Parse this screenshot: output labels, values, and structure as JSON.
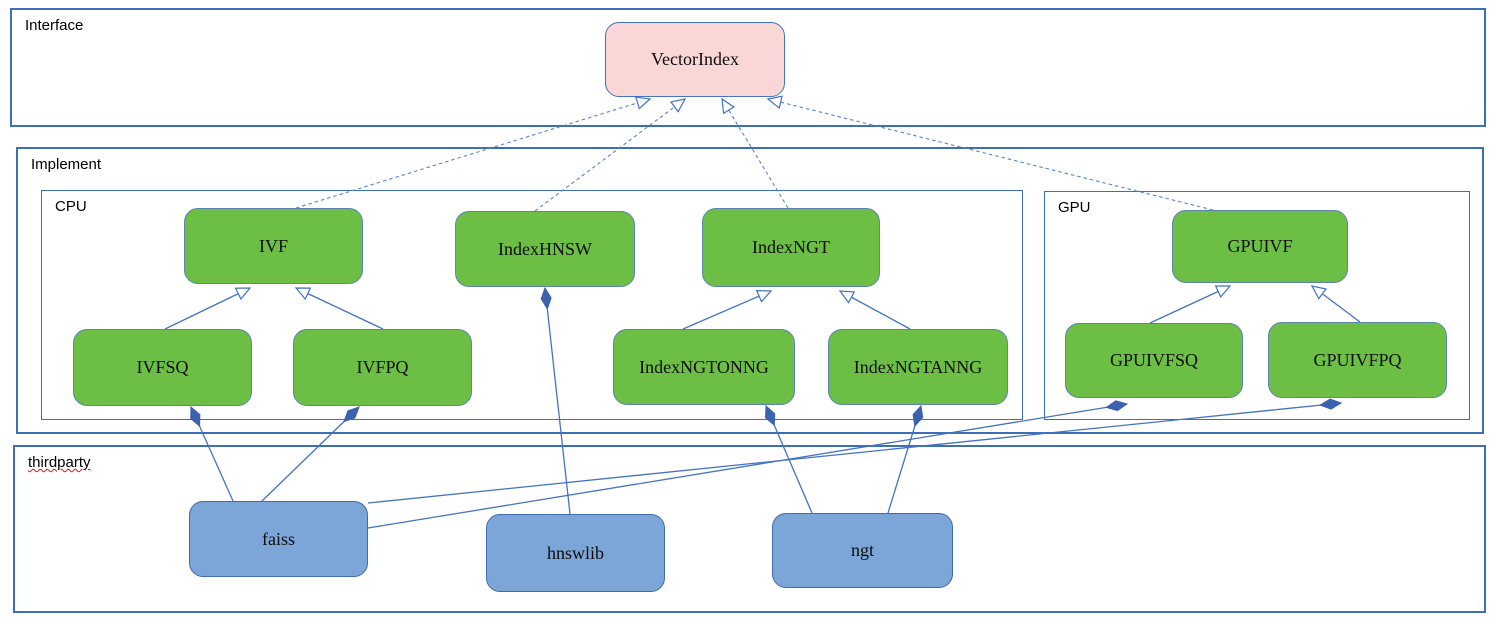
{
  "diagram": {
    "containers": {
      "interface": {
        "label": "Interface"
      },
      "implement": {
        "label": "Implement"
      },
      "cpu": {
        "label": "CPU"
      },
      "gpu": {
        "label": "GPU"
      },
      "thirdparty": {
        "label": "thirdparty"
      }
    },
    "nodes": {
      "vectorindex": {
        "label": "VectorIndex",
        "kind": "interface"
      },
      "ivf": {
        "label": "IVF",
        "kind": "class"
      },
      "indexhnsw": {
        "label": "IndexHNSW",
        "kind": "class"
      },
      "indexngt": {
        "label": "IndexNGT",
        "kind": "class"
      },
      "gpuivf": {
        "label": "GPUIVF",
        "kind": "class"
      },
      "ivfsq": {
        "label": "IVFSQ",
        "kind": "class"
      },
      "ivfpq": {
        "label": "IVFPQ",
        "kind": "class"
      },
      "indexngtonng": {
        "label": "IndexNGTONNG",
        "kind": "class"
      },
      "indexngtanng": {
        "label": "IndexNGTANNG",
        "kind": "class"
      },
      "gpuivfsq": {
        "label": "GPUIVFSQ",
        "kind": "class"
      },
      "gpuivfpq": {
        "label": "GPUIVFPQ",
        "kind": "class"
      },
      "faiss": {
        "label": "faiss",
        "kind": "thirdparty-lib"
      },
      "hnswlib": {
        "label": "hnswlib",
        "kind": "thirdparty-lib"
      },
      "ngt": {
        "label": "ngt",
        "kind": "thirdparty-lib"
      }
    },
    "relations": [
      {
        "from": "IVF",
        "to": "VectorIndex",
        "type": "realization-dashed"
      },
      {
        "from": "IndexHNSW",
        "to": "VectorIndex",
        "type": "realization-dashed"
      },
      {
        "from": "IndexNGT",
        "to": "VectorIndex",
        "type": "realization-dashed"
      },
      {
        "from": "GPUIVF",
        "to": "VectorIndex",
        "type": "realization-dashed"
      },
      {
        "from": "IVFSQ",
        "to": "IVF",
        "type": "generalization"
      },
      {
        "from": "IVFPQ",
        "to": "IVF",
        "type": "generalization"
      },
      {
        "from": "IndexNGTONNG",
        "to": "IndexNGT",
        "type": "generalization"
      },
      {
        "from": "IndexNGTANNG",
        "to": "IndexNGT",
        "type": "generalization"
      },
      {
        "from": "GPUIVFSQ",
        "to": "GPUIVF",
        "type": "generalization"
      },
      {
        "from": "GPUIVFPQ",
        "to": "GPUIVF",
        "type": "generalization"
      },
      {
        "from": "faiss",
        "to": "IVFSQ",
        "type": "composition"
      },
      {
        "from": "faiss",
        "to": "IVFPQ",
        "type": "composition"
      },
      {
        "from": "faiss",
        "to": "GPUIVFSQ",
        "type": "composition"
      },
      {
        "from": "faiss",
        "to": "GPUIVFPQ",
        "type": "composition"
      },
      {
        "from": "hnswlib",
        "to": "IndexHNSW",
        "type": "composition"
      },
      {
        "from": "ngt",
        "to": "IndexNGTONNG",
        "type": "composition"
      },
      {
        "from": "ngt",
        "to": "IndexNGTANNG",
        "type": "composition"
      }
    ],
    "colors": {
      "container_border": "#3d6fb5",
      "class_fill": "#6cbe45",
      "class_border": "#5b84b1",
      "interface_fill": "#f8d7d6",
      "interface_border": "#4472c4",
      "thirdparty_fill": "#7ca5d8",
      "thirdparty_border": "#3f6bb0",
      "edge": "#4472c4",
      "spellcheck_underline": "#e0161a"
    }
  }
}
